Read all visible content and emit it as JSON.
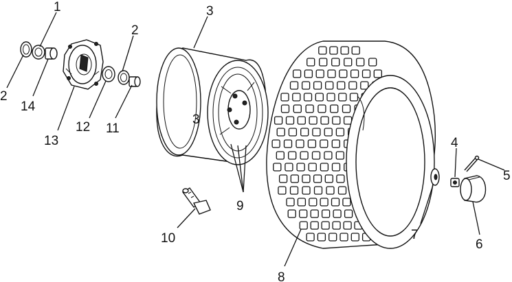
{
  "callouts": {
    "c1": "1",
    "c2a": "2",
    "c2b": "2",
    "c3a": "3",
    "c3b": "3",
    "c4": "4",
    "c5": "5",
    "c6": "6",
    "c7": "7",
    "c8": "8",
    "c9": "9",
    "c10": "10",
    "c11": "11",
    "c12": "12",
    "c13": "13",
    "c14": "14"
  }
}
